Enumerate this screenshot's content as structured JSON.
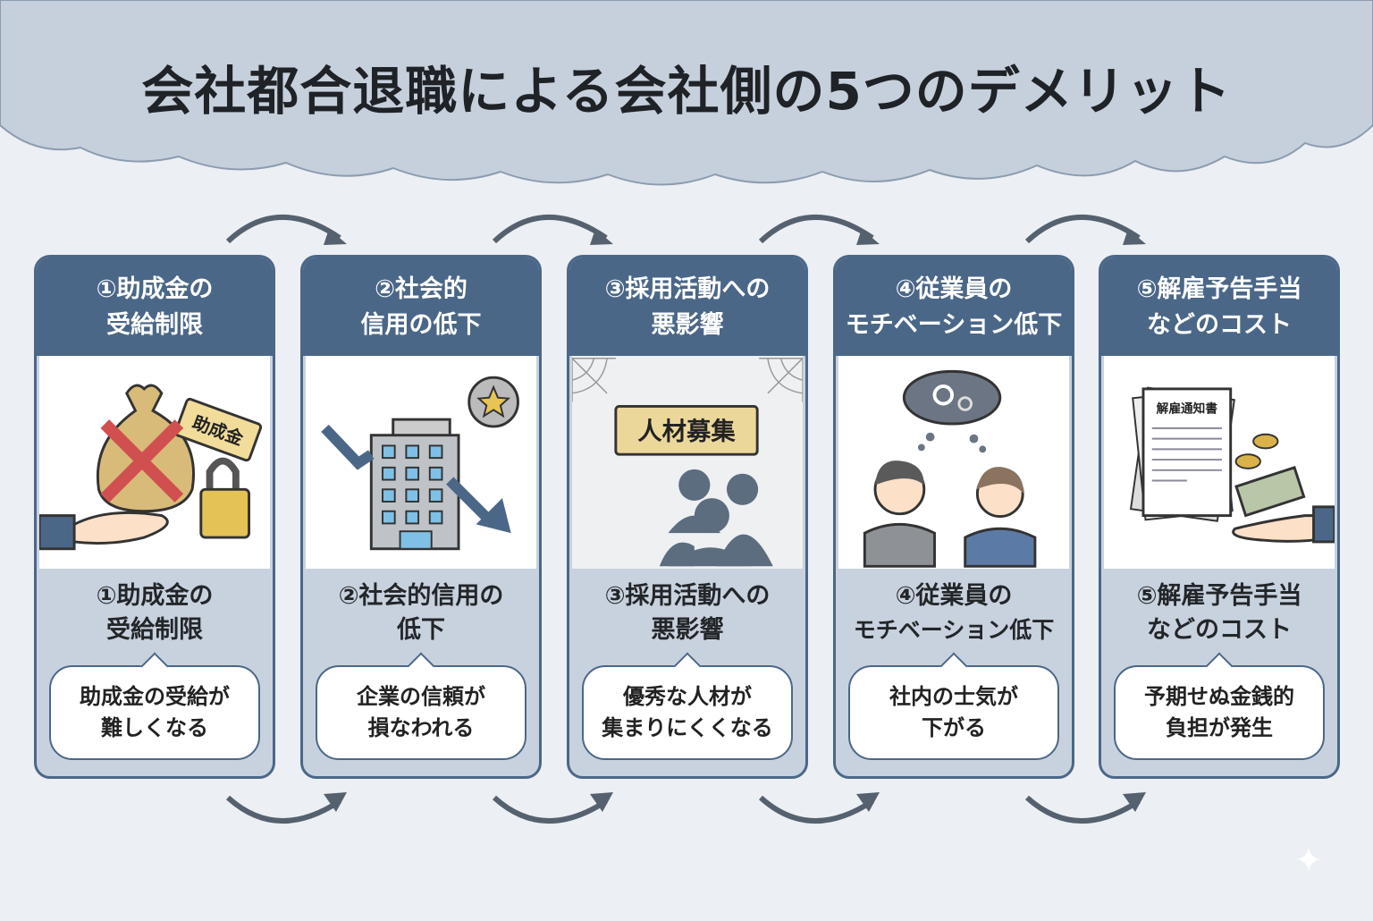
{
  "title": "会社都合退職による会社側の5つのデメリット",
  "cards": [
    {
      "head1": "①助成金の",
      "head2": "受給制限",
      "sub1": "①助成金の",
      "sub2": "受給制限",
      "bubble1": "助成金の受給が",
      "bubble2": "難しくなる",
      "img_label": "助成金"
    },
    {
      "head1": "②社会的",
      "head2": "信用の低下",
      "sub1": "②社会的信用の",
      "sub2": "低下",
      "bubble1": "企業の信頼が",
      "bubble2": "損なわれる"
    },
    {
      "head1": "③採用活動への",
      "head2": "悪影響",
      "sub1": "③採用活動への",
      "sub2": "悪影響",
      "bubble1": "優秀な人材が",
      "bubble2": "集まりにくくなる",
      "img_label": "人材募集"
    },
    {
      "head1": "④従業員の",
      "head2": "モチベーション低下",
      "sub1": "④従業員の",
      "sub2": "モチベーション低下",
      "bubble1": "社内の士気が",
      "bubble2": "下がる"
    },
    {
      "head1": "⑤解雇予告手当",
      "head2": "などのコスト",
      "sub1": "⑤解雇予告手当",
      "sub2": "などのコスト",
      "bubble1": "予期せぬ金銭的",
      "bubble2": "負担が発生",
      "img_label": "解雇通知書"
    }
  ]
}
